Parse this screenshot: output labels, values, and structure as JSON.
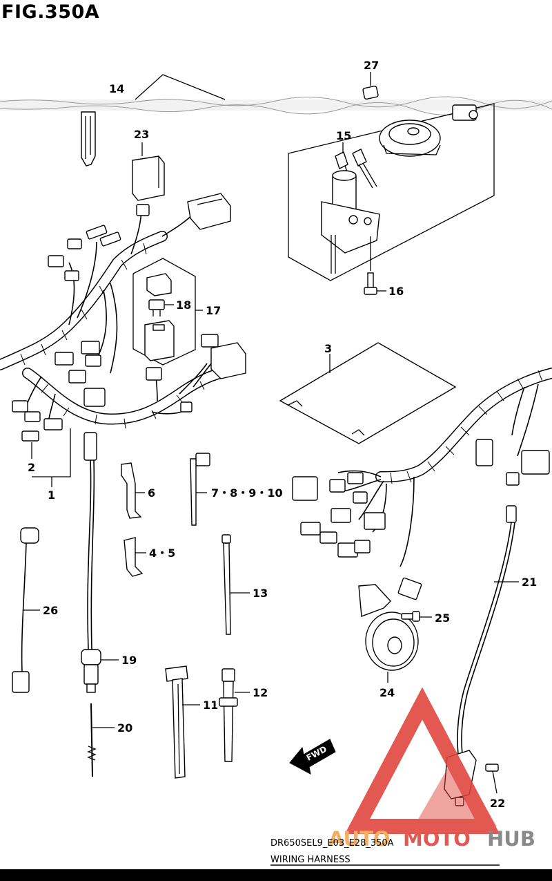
{
  "header": {
    "title": "FIG.350A"
  },
  "footer": {
    "model_code": "DR650SEL9_E03_E28_350A",
    "section_name": "WIRING HARNESS"
  },
  "direction_badge": {
    "label": "FWD"
  },
  "watermark": {
    "word_a": "AUTO",
    "word_b": "MOTO",
    "word_c": "HUB",
    "red": "#e0413a",
    "orange": "#f2a54a",
    "gray": "#7b7b7b"
  },
  "callouts": {
    "c1": "1",
    "c2": "2",
    "c3": "3",
    "c4_5": "4・5",
    "c6": "6",
    "c7_10": "7・8・9・10",
    "c11": "11",
    "c12": "12",
    "c13": "13",
    "c14": "14",
    "c15": "15",
    "c16": "16",
    "c17": "17",
    "c18": "18",
    "c19": "19",
    "c20": "20",
    "c21": "21",
    "c22": "22",
    "c23": "23",
    "c24": "24",
    "c25": "25",
    "c26": "26",
    "c27": "27"
  }
}
